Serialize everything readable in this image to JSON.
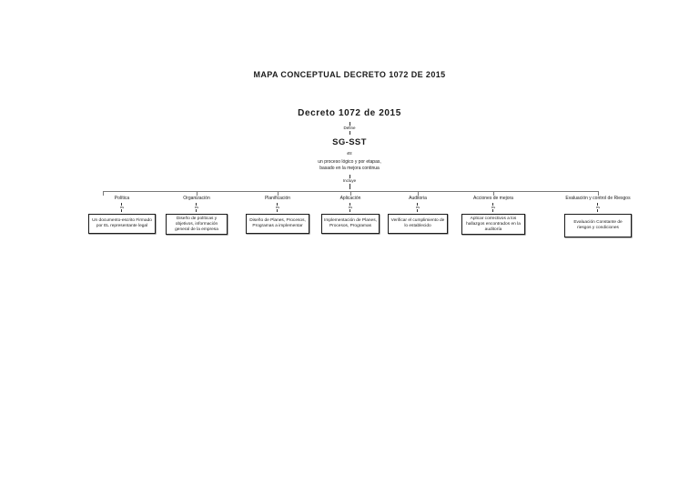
{
  "diagram": {
    "title": "MAPA CONCEPTUAL DECRETO 1072 DE 2015",
    "root": "Decreto 1072 de 2015",
    "link_define": "Define",
    "central": "SG-SST",
    "link_es": "es",
    "description_lines": [
      "un proceso lógico y por etapas,",
      "basado en la mejora continua"
    ],
    "link_incluye": "Incluye",
    "branch_link": "es",
    "branches": [
      {
        "label": "Política",
        "box": "Un documento-escrito Firmado por EL representante legal"
      },
      {
        "label": "Organización",
        "box": "Diseño de políticas y objetivos, información general de la empresa"
      },
      {
        "label": "Planificación",
        "box": "Diseño de Planes, Procesos, Programas a implementar"
      },
      {
        "label": "Aplicación",
        "box": "Implementación de Planes, Procesos, Programas"
      },
      {
        "label": "Auditoria",
        "box": "Verificar el cumplimiento de lo establecido"
      },
      {
        "label": "Acciones de mejora",
        "box": "Aplicar correctivos a los hallazgos encontrados en la auditoría"
      },
      {
        "label": "Evaluación y control de Riesgos",
        "box": "Evaluación Constante de riesgos y condiciones"
      }
    ],
    "colors": {
      "background": "#ffffff",
      "text": "#1a1a1a",
      "line": "#7a7a7a",
      "box_border": "#1a1a1a"
    }
  }
}
